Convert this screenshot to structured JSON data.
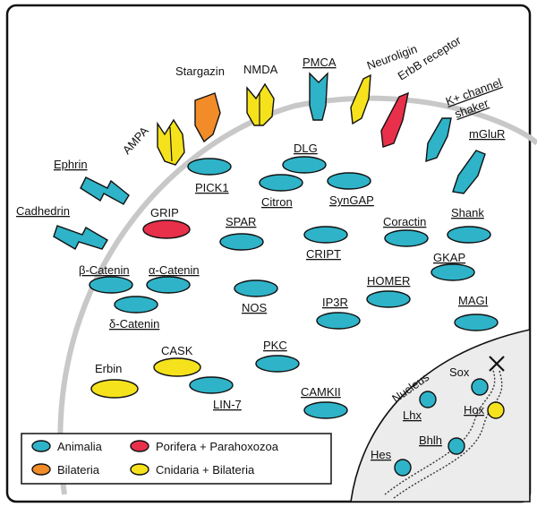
{
  "colors": {
    "animalia": "#2fb3c8",
    "bilateria": "#f28c28",
    "porifera_parahoxozoa": "#e8304a",
    "cnidaria_bilateria": "#f5e21c",
    "membrane": "#c8c8c8",
    "nucleus": "#ececec"
  },
  "legend": {
    "animalia": "Animalia",
    "bilateria": "Bilateria",
    "porifera_parahoxozoa": "Porifera + Parahoxozoa",
    "cnidaria_bilateria": "Cnidaria + Bilateria"
  },
  "receptors": {
    "ampa": "AMPA",
    "stargazin": "Stargazin",
    "nmda": "NMDA",
    "pmca": "PMCA",
    "neuroligin": "Neuroligin",
    "erbb": "ErbB receptor",
    "k_channel_1": "K+ channel",
    "k_channel_2": "shaker",
    "mglur": "mGluR",
    "ephrin": "Ephrin",
    "cadhedrin": "Cadhedrin"
  },
  "proteins": {
    "pick1": "PICK1",
    "dlg": "DLG",
    "citron": "Citron",
    "syngap": "SynGAP",
    "grip": "GRIP",
    "spar": "SPAR",
    "cript": "CRIPT",
    "coractin": "Coractin",
    "shank": "Shank",
    "gkap": "GKAP",
    "beta_catenin": "β-Catenin",
    "alpha_catenin": "α-Catenin",
    "delta_catenin": "δ-Catenin",
    "nos": "NOS",
    "ip3r": "IP3R",
    "homer": "HOMER",
    "magi": "MAGI",
    "erbin": "Erbin",
    "cask": "CASK",
    "lin7": "LIN-7",
    "pkc": "PKC",
    "camkii": "CAMKII"
  },
  "nucleus": {
    "label": "Nucleus",
    "sox": "Sox",
    "lhx": "Lhx",
    "hox": "Hox",
    "bhlh": "Bhlh",
    "hes": "Hes"
  }
}
